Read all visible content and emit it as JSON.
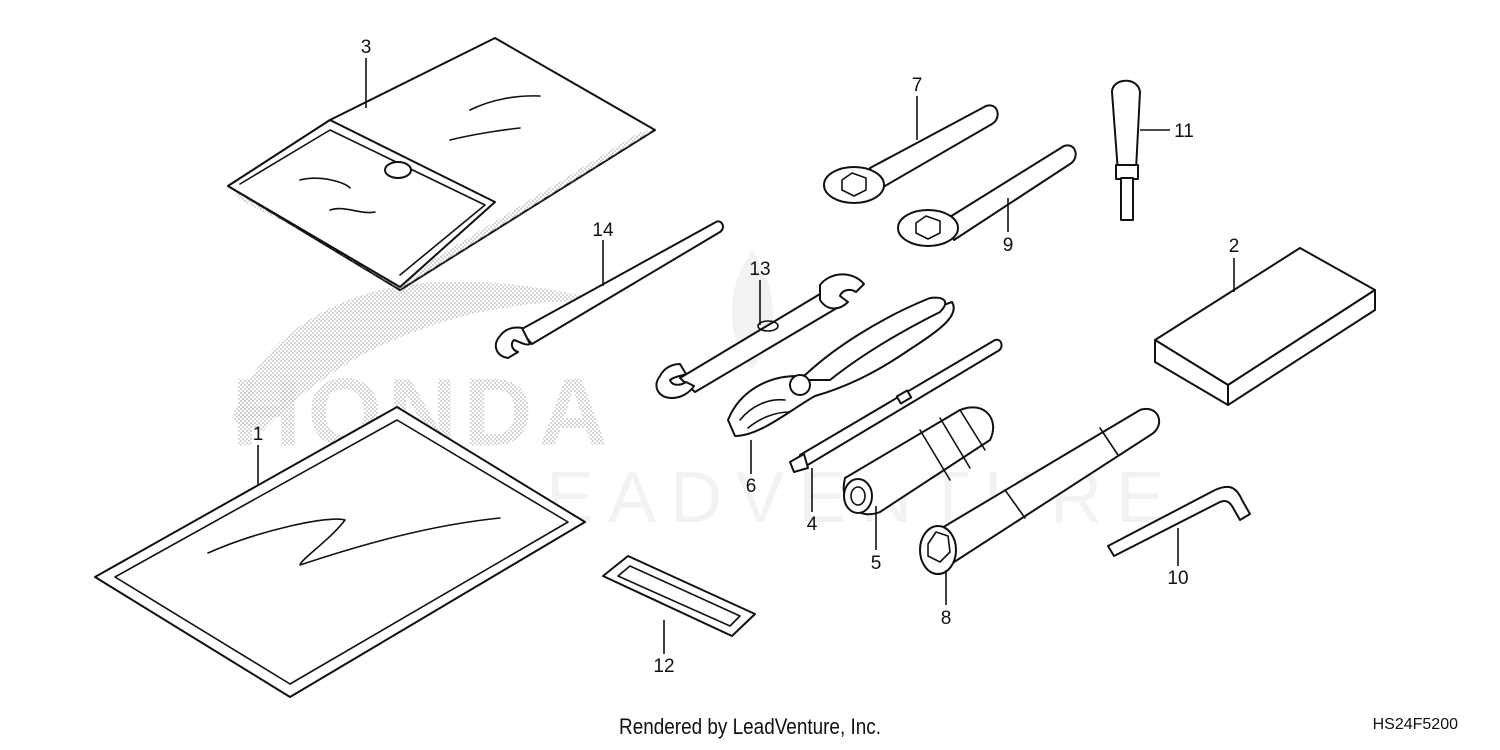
{
  "diagram": {
    "watermark_brand": "HONDA",
    "watermark_text": "LEADVENTURE",
    "parts": [
      {
        "number": "1"
      },
      {
        "number": "2"
      },
      {
        "number": "3"
      },
      {
        "number": "4"
      },
      {
        "number": "5"
      },
      {
        "number": "6"
      },
      {
        "number": "7"
      },
      {
        "number": "8"
      },
      {
        "number": "9"
      },
      {
        "number": "10"
      },
      {
        "number": "11"
      },
      {
        "number": "12"
      },
      {
        "number": "13"
      },
      {
        "number": "14"
      }
    ]
  },
  "footer": {
    "credit": "Rendered by LeadVenture, Inc.",
    "diagram_code": "HS24F5200"
  }
}
